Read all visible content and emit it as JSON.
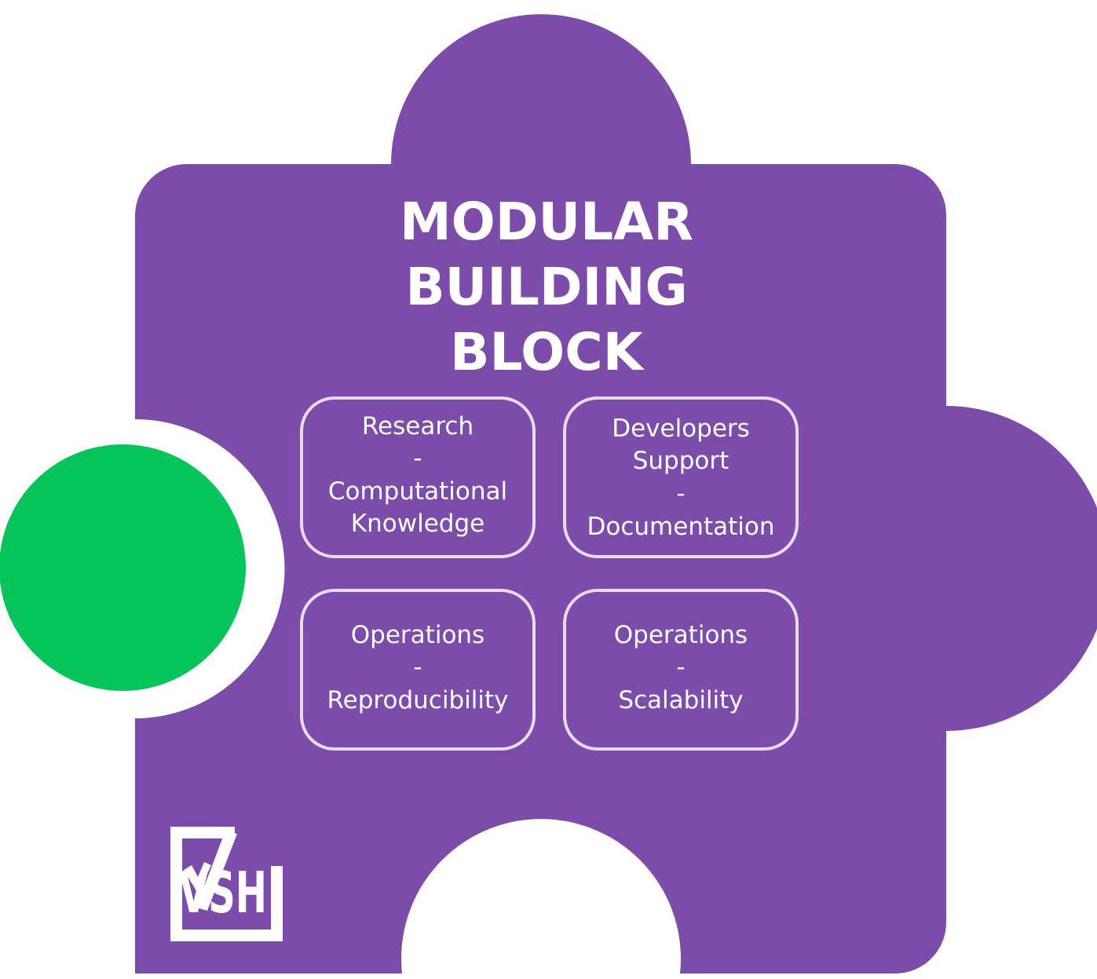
{
  "colors": {
    "puzzle": "#7c4cab",
    "box_border": "#e6dcee",
    "text": "#ffffff",
    "knob": "#05c45a",
    "background": "#ffffff"
  },
  "title": {
    "line1": "MODULAR",
    "line2": "BUILDING",
    "line3": "BLOCK"
  },
  "boxes": [
    {
      "lines": [
        "Research",
        "-",
        "Computational",
        "Knowledge"
      ]
    },
    {
      "lines": [
        "Developers",
        "Support",
        "-",
        "Documentation"
      ]
    },
    {
      "lines": [
        "Operations",
        "-",
        "Reproducibility"
      ]
    },
    {
      "lines": [
        "Operations",
        "-",
        "Scalability"
      ]
    }
  ],
  "logo": {
    "text": "VSH",
    "icon": "vsh-logo-icon"
  }
}
